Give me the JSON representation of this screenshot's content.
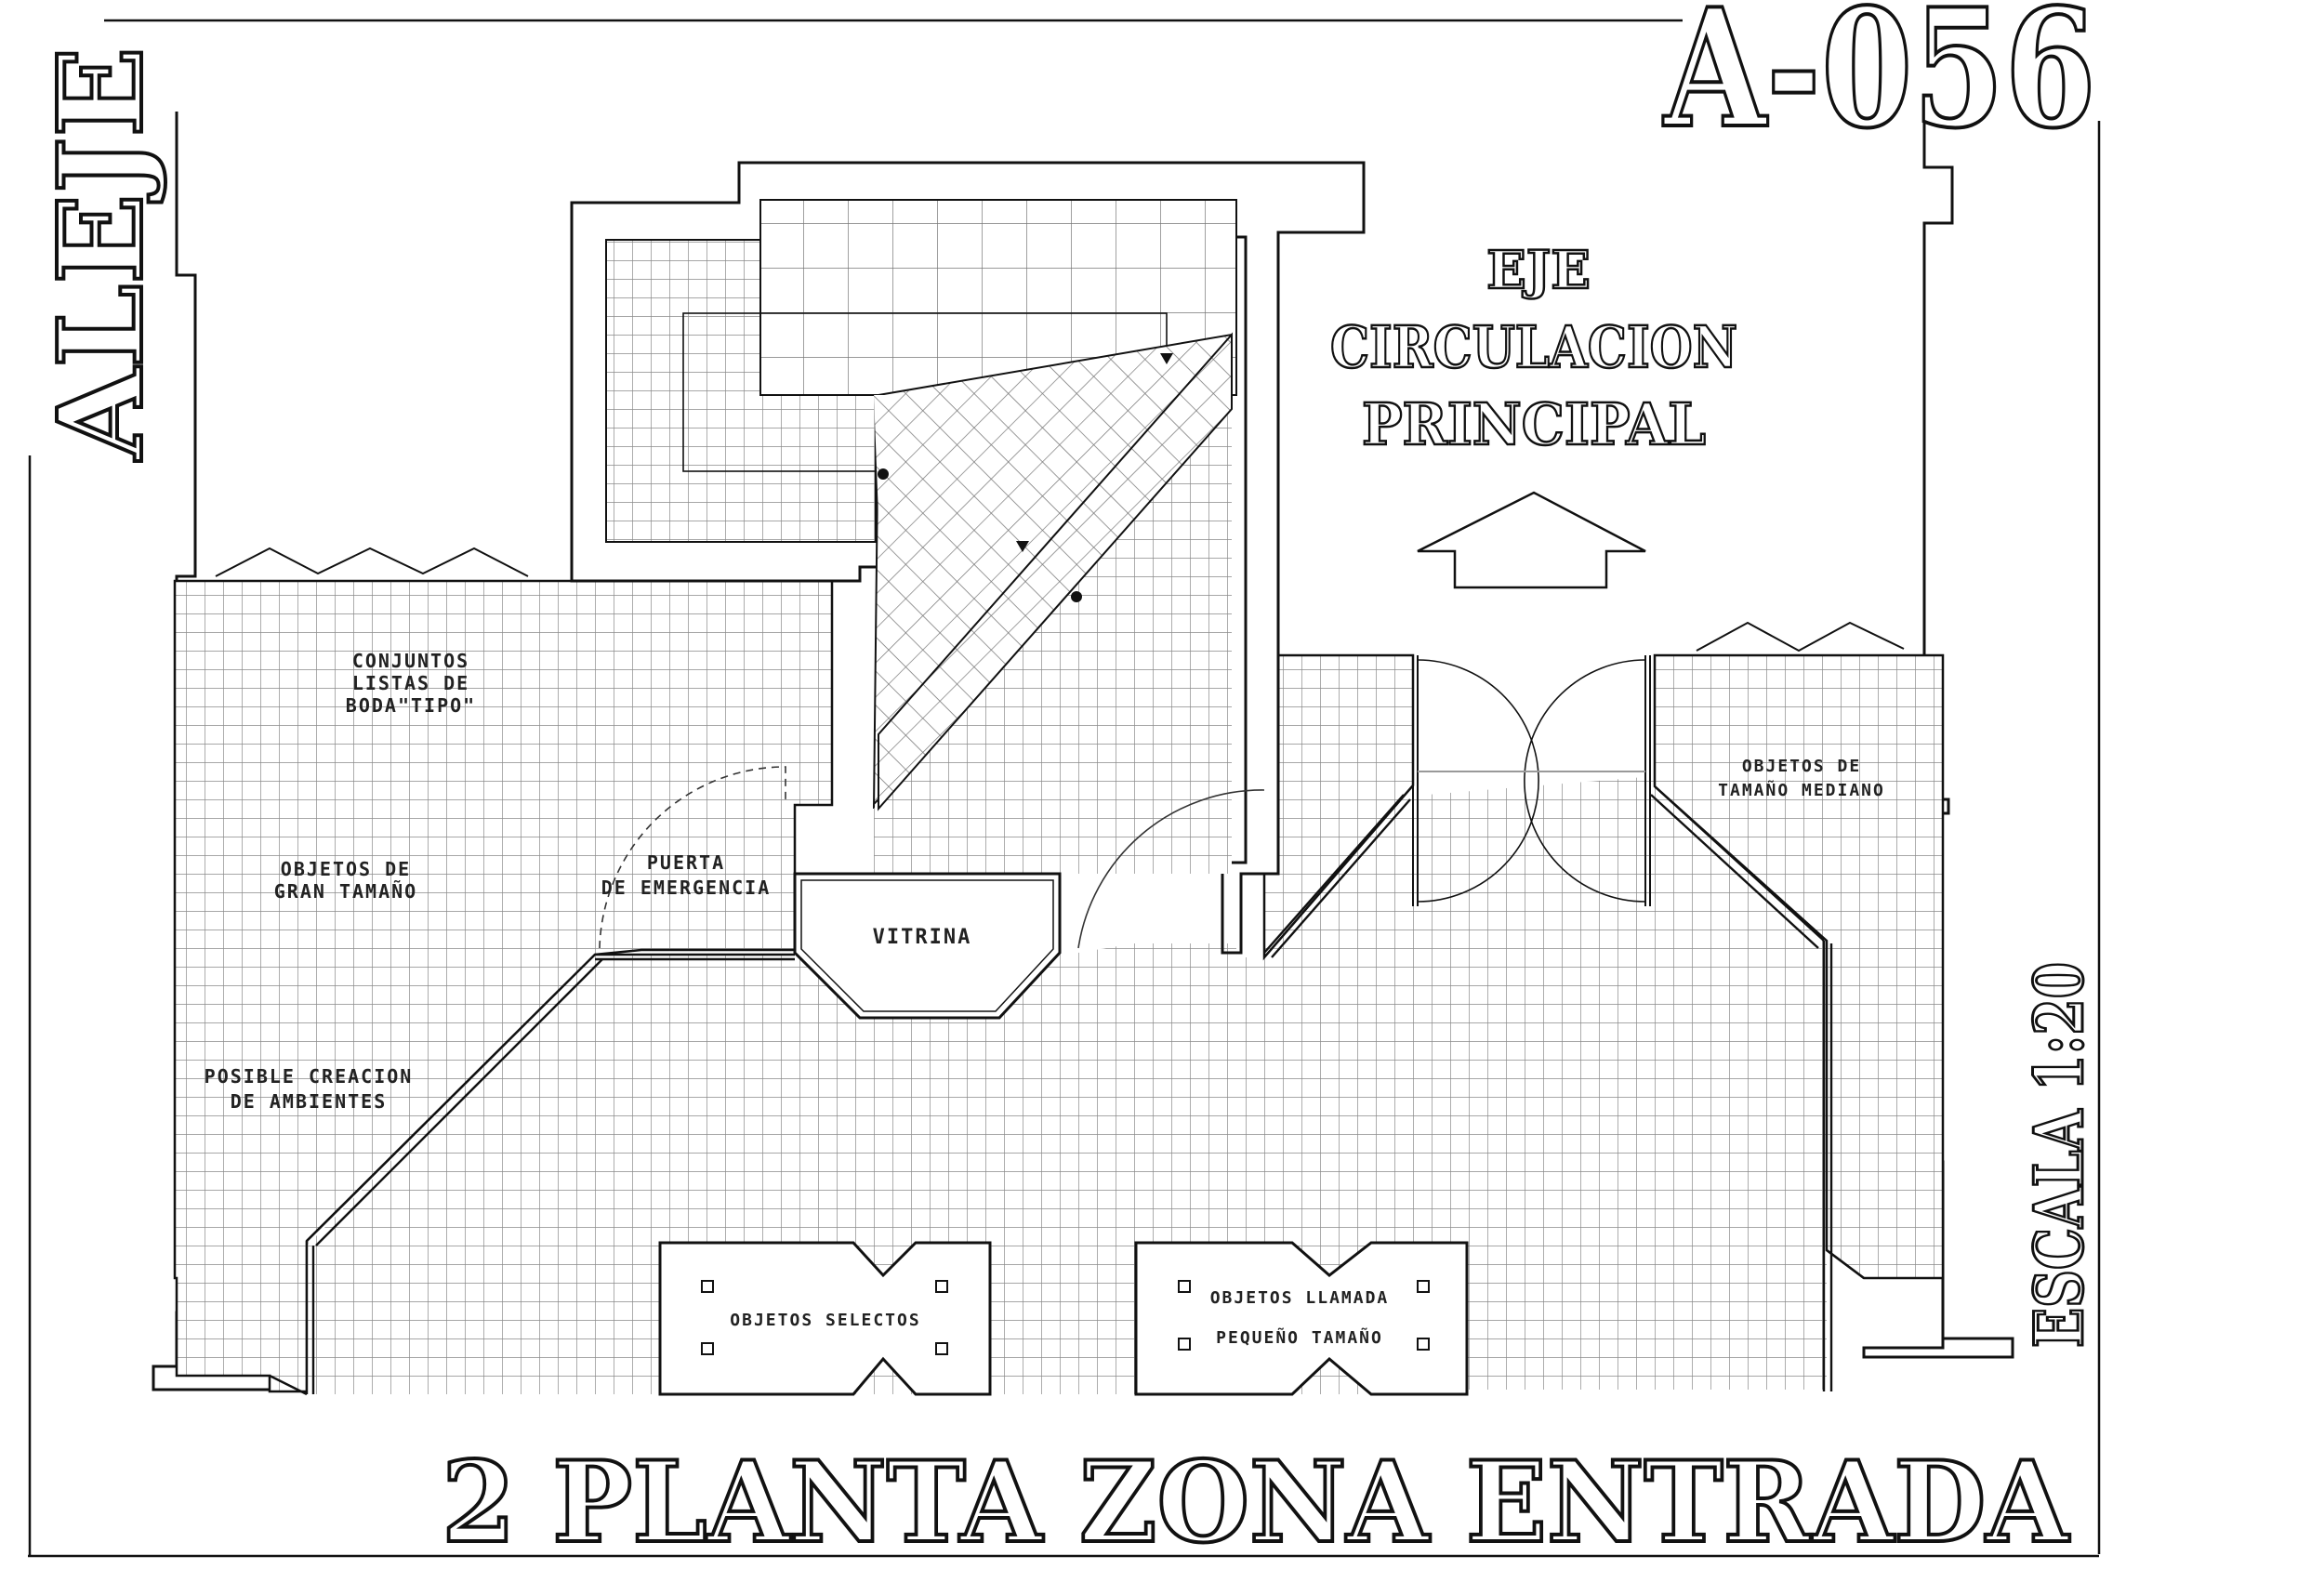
{
  "sheet": {
    "code": "A-056",
    "brand": "ALEJE",
    "scale": "ESCALA 1:20",
    "title": "2 PLANTA ZONA ENTRADA"
  },
  "header": {
    "axis_line1": "EJE",
    "axis_line2": "CIRCULACION",
    "axis_line3": "PRINCIPAL"
  },
  "zones": {
    "conjuntos_1": "CONJUNTOS",
    "conjuntos_2": "LISTAS DE",
    "conjuntos_3": "BODA\"TIPO\"",
    "gran_1": "OBJETOS DE",
    "gran_2": "GRAN TAMAÑO",
    "puerta_1": "PUERTA",
    "puerta_2": "DE EMERGENCIA",
    "vitrina": "VITRINA",
    "posible_1": "POSIBLE CREACION",
    "posible_2": "DE AMBIENTES",
    "mediano_1": "OBJETOS DE",
    "mediano_2": "TAMAÑO MEDIANO",
    "selectos": "OBJETOS SELECTOS",
    "llamada_1": "OBJETOS LLAMADA",
    "llamada_2": "PEQUEÑO TAMAÑO"
  },
  "colors": {
    "ink": "#111111",
    "grid": "#8a8a8a",
    "paper": "#ffffff"
  }
}
